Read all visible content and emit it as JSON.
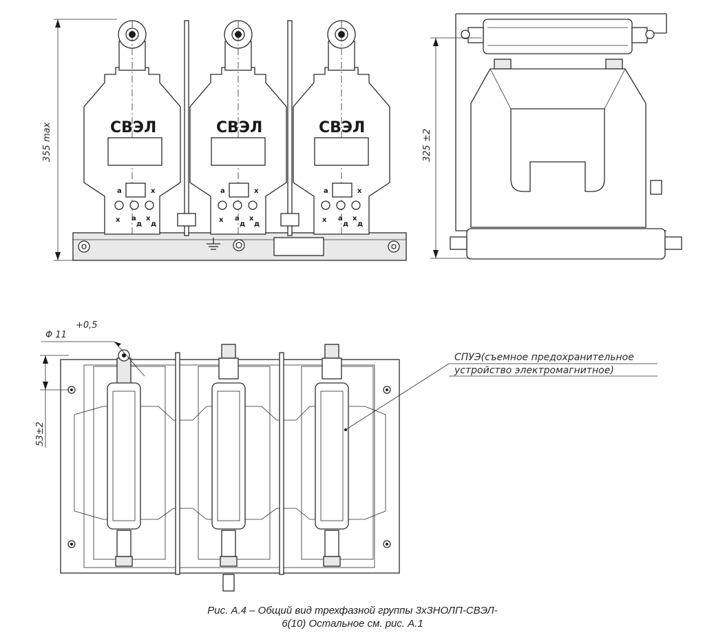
{
  "front_view": {
    "dimension_height": "355 max",
    "logo_text": "СВЭЛ",
    "terminal_marks": {
      "top_left": "a",
      "top_right": "x",
      "bottom_left": "x",
      "bottom_mid": "a",
      "bottom_mid_sub": "д",
      "bottom_right": "x",
      "bottom_right_sub": "д"
    }
  },
  "side_view": {
    "dimension_height": "325 ±2"
  },
  "top_view": {
    "hole_diameter": "Φ 11",
    "hole_tolerance": "+0,5",
    "dimension_offset": "53±2",
    "annotation_line1": "СПУЭ(съемное предохранительное",
    "annotation_line2": "устройство электромагнитное)"
  },
  "caption": {
    "line1": "Рис. А.4 – Общий вид трехфазной группы 3хЗНОЛП-СВЭЛ-",
    "line2": "6(10) Остальное см. рис. А.1"
  }
}
